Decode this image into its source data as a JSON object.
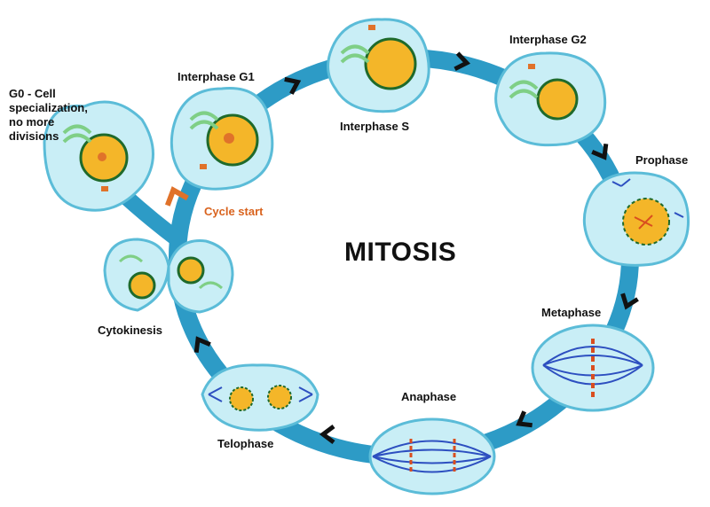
{
  "title": "MITOSIS",
  "colors": {
    "ring": "#2d9bc6",
    "cytoplasm": "#c9eef6",
    "membrane": "#5bbcd8",
    "nucleus": "#f4b629",
    "nucleus_border": "#1f6a2b",
    "nucleolus": "#e0722a",
    "organelle": "#7fcf86",
    "spindle": "#2d4fc0",
    "chromosome": "#d94e1f",
    "arrow": "#111111",
    "start_arrow": "#e0722a",
    "start_label": "#d9631e"
  },
  "stages": {
    "g0": "G0 - Cell\nspecialization,\nno more\ndivisions",
    "g1": "Interphase G1",
    "s": "Interphase S",
    "g2": "Interphase G2",
    "prophase": "Prophase",
    "metaphase": "Metaphase",
    "anaphase": "Anaphase",
    "telophase": "Telophase",
    "cytokinesis": "Cytokinesis"
  },
  "cycle_start": "Cycle start",
  "icons": {
    "direction_arrow": "chevron-right-icon",
    "cycle_start_arrow": "chevron-up-icon"
  }
}
